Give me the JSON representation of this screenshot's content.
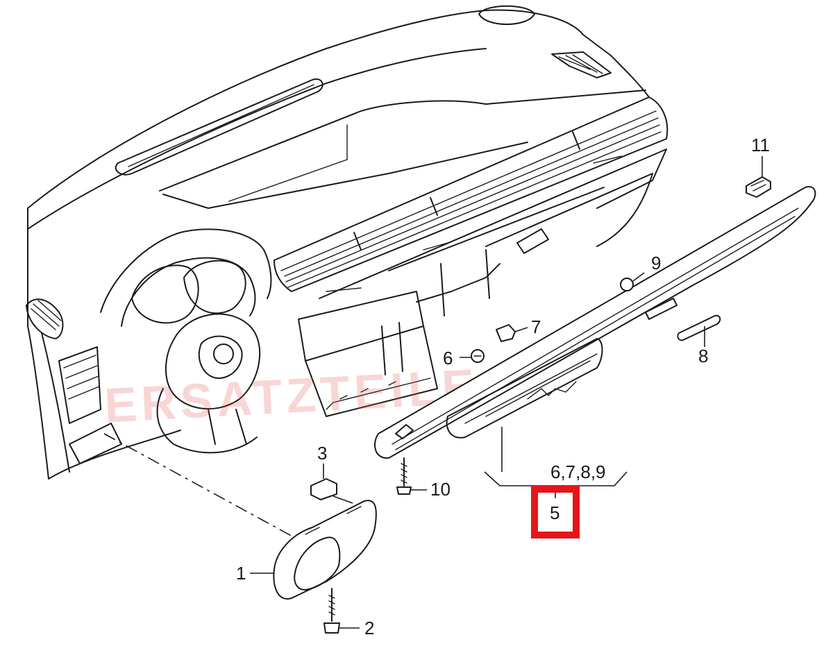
{
  "diagram": {
    "callouts": {
      "c1": "1",
      "c2": "2",
      "c3": "3",
      "c5": "5",
      "c6": "6",
      "c7": "7",
      "c8": "8",
      "c9": "9",
      "c10": "10",
      "c11": "11",
      "group": "6,7,8,9"
    },
    "highlight_color": "#e4161b",
    "line_color": "#1a1a1a"
  }
}
